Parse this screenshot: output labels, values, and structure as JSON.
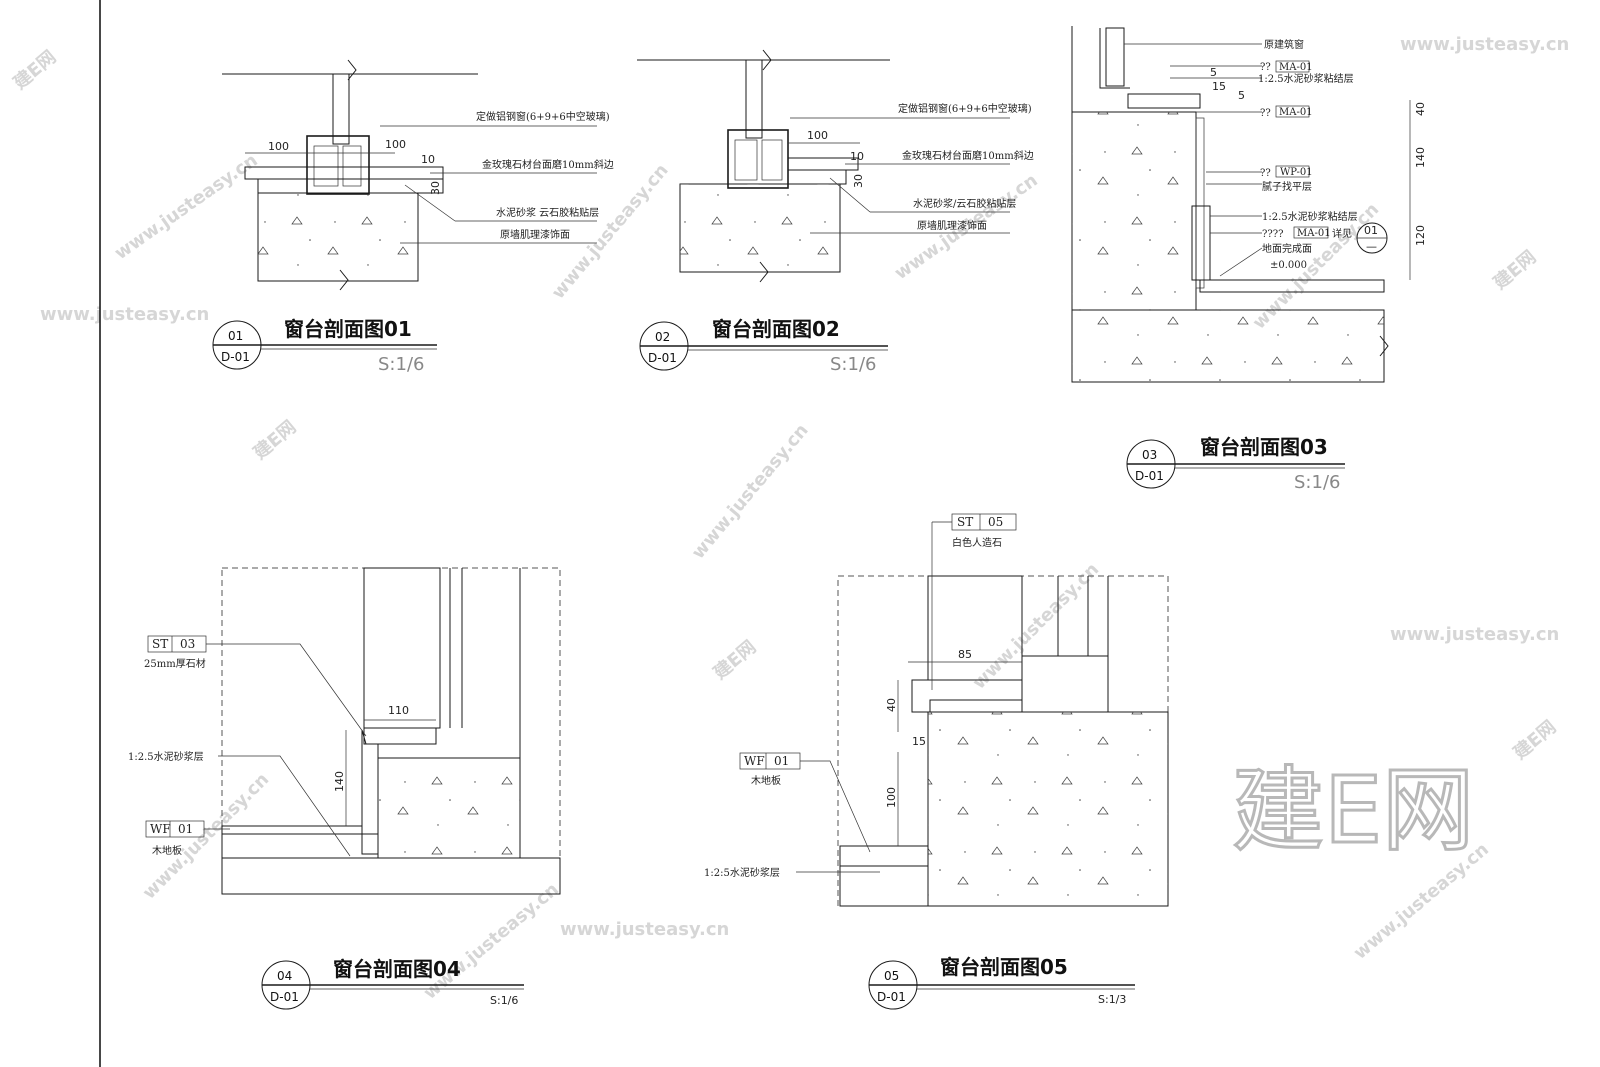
{
  "watermark": {
    "url_text": "www.justeasy.cn",
    "brand_text": "建E网"
  },
  "details": [
    {
      "id": "d1",
      "number": "01",
      "sheet": "D-01",
      "title": "窗台剖面图01",
      "scale": "S:1/6",
      "notes": [
        "定做铝钢窗(6+9+6中空玻璃)",
        "金玫瑰石材台面磨10mm斜边",
        "水泥砂浆 云石胶粘贴层",
        "原墙肌理漆饰面"
      ],
      "dims": [
        "100",
        "100",
        "10",
        "30"
      ]
    },
    {
      "id": "d2",
      "number": "02",
      "sheet": "D-01",
      "title": "窗台剖面图02",
      "scale": "S:1/6",
      "notes": [
        "定做铝钢窗(6+9+6中空玻璃)",
        "金玫瑰石材台面磨10mm斜边",
        "水泥砂浆/云石胶粘贴层",
        "原墙肌理漆饰面"
      ],
      "dims": [
        "100",
        "10",
        "30"
      ]
    },
    {
      "id": "d3",
      "number": "03",
      "sheet": "D-01",
      "title": "窗台剖面图03",
      "scale": "S:1/6",
      "notes": [
        "原建筑窗",
        "??",
        "MA-01",
        "1:2.5水泥砂浆粘结层",
        "??",
        "MA-01",
        "??",
        "WP-01",
        "腻子找平层",
        "1:2.5水泥砂浆粘结层",
        "????",
        "MA-01",
        "详见",
        "地面完成面",
        "±0.000"
      ],
      "dims": [
        "5",
        "15",
        "5",
        "40",
        "140",
        "120"
      ],
      "ref_number": "01",
      "ref_sheet": "—"
    },
    {
      "id": "d4",
      "number": "04",
      "sheet": "D-01",
      "title": "窗台剖面图04",
      "scale": "S:1/6",
      "tags": [
        {
          "code": "ST",
          "num": "03",
          "desc": "25mm厚石材"
        },
        {
          "code": "WF",
          "num": "01",
          "desc": "木地板"
        }
      ],
      "notes": [
        "1:2.5水泥砂浆层"
      ],
      "dims": [
        "110",
        "140"
      ]
    },
    {
      "id": "d5",
      "number": "05",
      "sheet": "D-01",
      "title": "窗台剖面图05",
      "scale": "S:1/3",
      "tags": [
        {
          "code": "ST",
          "num": "05",
          "desc": "白色人造石"
        },
        {
          "code": "WF",
          "num": "01",
          "desc": "木地板"
        }
      ],
      "notes": [
        "1:2:5水泥砂浆层"
      ],
      "dims": [
        "85",
        "40",
        "15",
        "100"
      ]
    }
  ]
}
